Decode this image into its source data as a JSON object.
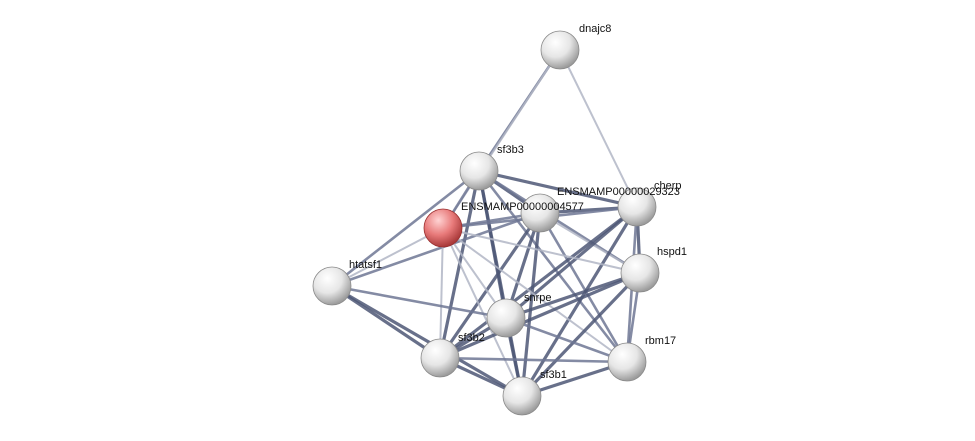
{
  "network": {
    "nodes": [
      {
        "id": "dnajc8",
        "label": "dnajc8",
        "query": false
      },
      {
        "id": "sf3b3",
        "label": "sf3b3",
        "query": false
      },
      {
        "id": "ENSMAMP00000029323",
        "label": "ENSMAMP00000029323",
        "query": false
      },
      {
        "id": "cherp",
        "label": "cherp",
        "query": false
      },
      {
        "id": "ENSMAMP00000004577",
        "label": "ENSMAMP00000004577",
        "query": true
      },
      {
        "id": "htatsf1",
        "label": "htatsf1",
        "query": false
      },
      {
        "id": "hspd1",
        "label": "hspd1",
        "query": false
      },
      {
        "id": "snrpe",
        "label": "snrpe",
        "query": false
      },
      {
        "id": "sf3b2",
        "label": "sf3b2",
        "query": false
      },
      {
        "id": "rbm17",
        "label": "rbm17",
        "query": false
      },
      {
        "id": "sf3b1",
        "label": "sf3b1",
        "query": false
      }
    ],
    "edges": [
      {
        "source": "dnajc8",
        "target": "sf3b3",
        "strength": "medium"
      },
      {
        "source": "dnajc8",
        "target": "ENSMAMP00000004577",
        "strength": "weak"
      },
      {
        "source": "dnajc8",
        "target": "cherp",
        "strength": "weak"
      },
      {
        "source": "sf3b3",
        "target": "ENSMAMP00000029323",
        "strength": "strong"
      },
      {
        "source": "sf3b3",
        "target": "cherp",
        "strength": "strong"
      },
      {
        "source": "sf3b3",
        "target": "ENSMAMP00000004577",
        "strength": "medium"
      },
      {
        "source": "sf3b3",
        "target": "htatsf1",
        "strength": "medium"
      },
      {
        "source": "sf3b3",
        "target": "snrpe",
        "strength": "strong"
      },
      {
        "source": "sf3b3",
        "target": "sf3b2",
        "strength": "strong"
      },
      {
        "source": "sf3b3",
        "target": "sf3b1",
        "strength": "strong"
      },
      {
        "source": "sf3b3",
        "target": "hspd1",
        "strength": "medium"
      },
      {
        "source": "sf3b3",
        "target": "rbm17",
        "strength": "medium"
      },
      {
        "source": "ENSMAMP00000029323",
        "target": "cherp",
        "strength": "strong"
      },
      {
        "source": "ENSMAMP00000029323",
        "target": "ENSMAMP00000004577",
        "strength": "medium"
      },
      {
        "source": "ENSMAMP00000029323",
        "target": "htatsf1",
        "strength": "medium"
      },
      {
        "source": "ENSMAMP00000029323",
        "target": "snrpe",
        "strength": "strong"
      },
      {
        "source": "ENSMAMP00000029323",
        "target": "sf3b2",
        "strength": "strong"
      },
      {
        "source": "ENSMAMP00000029323",
        "target": "sf3b1",
        "strength": "strong"
      },
      {
        "source": "ENSMAMP00000029323",
        "target": "hspd1",
        "strength": "weak"
      },
      {
        "source": "ENSMAMP00000029323",
        "target": "rbm17",
        "strength": "medium"
      },
      {
        "source": "cherp",
        "target": "ENSMAMP00000004577",
        "strength": "medium"
      },
      {
        "source": "cherp",
        "target": "hspd1",
        "strength": "strong"
      },
      {
        "source": "cherp",
        "target": "snrpe",
        "strength": "strong"
      },
      {
        "source": "cherp",
        "target": "sf3b2",
        "strength": "strong"
      },
      {
        "source": "cherp",
        "target": "sf3b1",
        "strength": "strong"
      },
      {
        "source": "cherp",
        "target": "rbm17",
        "strength": "medium"
      },
      {
        "source": "ENSMAMP00000004577",
        "target": "hspd1",
        "strength": "weak"
      },
      {
        "source": "ENSMAMP00000004577",
        "target": "snrpe",
        "strength": "weak"
      },
      {
        "source": "ENSMAMP00000004577",
        "target": "sf3b2",
        "strength": "weak"
      },
      {
        "source": "ENSMAMP00000004577",
        "target": "sf3b1",
        "strength": "weak"
      },
      {
        "source": "ENSMAMP00000004577",
        "target": "rbm17",
        "strength": "weak"
      },
      {
        "source": "ENSMAMP00000004577",
        "target": "htatsf1",
        "strength": "weak"
      },
      {
        "source": "htatsf1",
        "target": "snrpe",
        "strength": "medium"
      },
      {
        "source": "htatsf1",
        "target": "sf3b2",
        "strength": "strong"
      },
      {
        "source": "htatsf1",
        "target": "sf3b1",
        "strength": "strong"
      },
      {
        "source": "hspd1",
        "target": "snrpe",
        "strength": "strong"
      },
      {
        "source": "hspd1",
        "target": "sf3b2",
        "strength": "strong"
      },
      {
        "source": "hspd1",
        "target": "sf3b1",
        "strength": "strong"
      },
      {
        "source": "hspd1",
        "target": "rbm17",
        "strength": "medium"
      },
      {
        "source": "snrpe",
        "target": "sf3b2",
        "strength": "strong"
      },
      {
        "source": "snrpe",
        "target": "sf3b1",
        "strength": "strong"
      },
      {
        "source": "snrpe",
        "target": "rbm17",
        "strength": "medium"
      },
      {
        "source": "sf3b2",
        "target": "sf3b1",
        "strength": "strong"
      },
      {
        "source": "sf3b2",
        "target": "rbm17",
        "strength": "medium"
      },
      {
        "source": "sf3b1",
        "target": "rbm17",
        "strength": "strong"
      }
    ],
    "colors": {
      "edge_strong": "#4d5775",
      "edge_medium": "#6e7794",
      "edge_weak": "#b2b6c6",
      "node_fill": "#e8e8e8",
      "node_stroke": "#8a8a8a",
      "query_fill": "#e46a6a",
      "query_stroke": "#9a2f2f"
    }
  }
}
